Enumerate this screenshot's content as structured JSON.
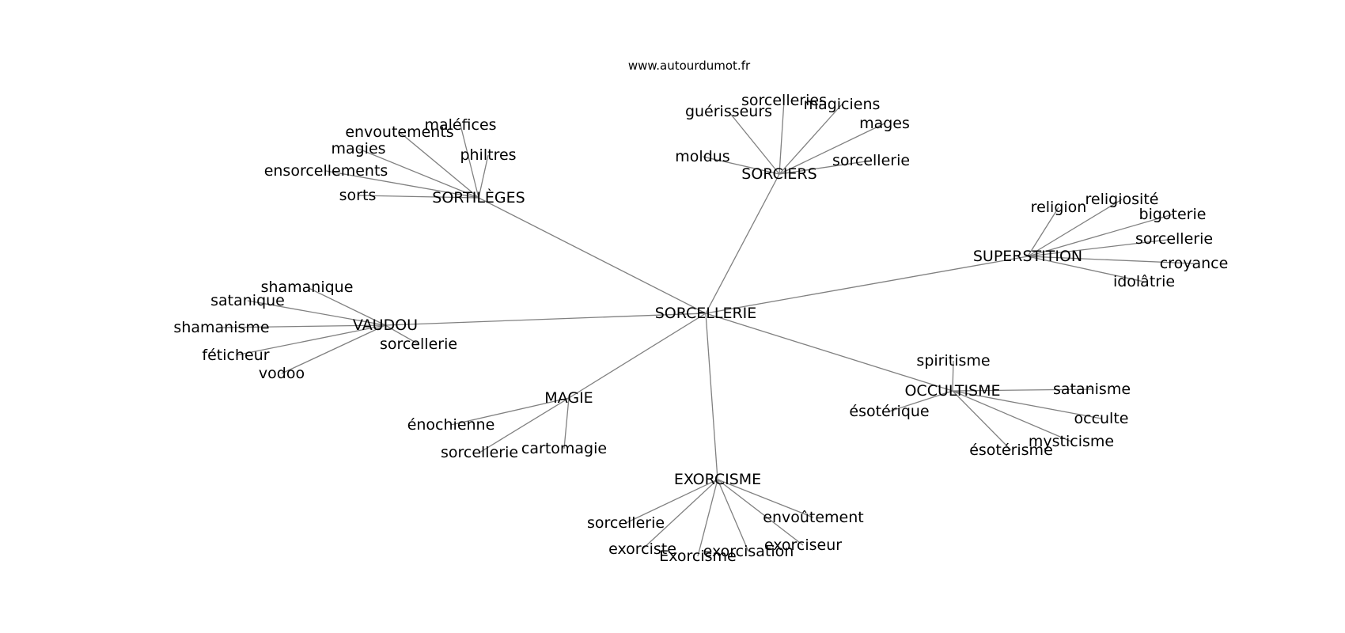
{
  "source": "www.autourdumot.fr",
  "root": "SORCELLERIE",
  "groups": [
    {
      "hub": "SORTILÈGES",
      "words": [
        "maléfices",
        "envoutements",
        "philtres",
        "magies",
        "ensorcellements",
        "sorts"
      ]
    },
    {
      "hub": "SORCIERS",
      "words": [
        "sorcelleries",
        "guérisseurs",
        "magiciens",
        "mages",
        "moldus",
        "sorcellerie"
      ]
    },
    {
      "hub": "SUPERSTITION",
      "words": [
        "religiosité",
        "religion",
        "bigoterie",
        "sorcellerie",
        "croyance",
        "idolâtrie"
      ]
    },
    {
      "hub": "VAUDOU",
      "words": [
        "shamanique",
        "satanique",
        "shamanisme",
        "sorcellerie",
        "féticheur",
        "vodoo"
      ]
    },
    {
      "hub": "OCCULTISME",
      "words": [
        "spiritisme",
        "satanisme",
        "ésotérique",
        "occulte",
        "mysticisme",
        "ésotérisme"
      ]
    },
    {
      "hub": "MAGIE",
      "words": [
        "énochienne",
        "cartomagie",
        "sorcellerie"
      ]
    },
    {
      "hub": "EXORCISME",
      "words": [
        "envoûtement",
        "sorcellerie",
        "exorciseur",
        "exorciste",
        "exorcisation",
        "Exorcisme"
      ]
    }
  ]
}
